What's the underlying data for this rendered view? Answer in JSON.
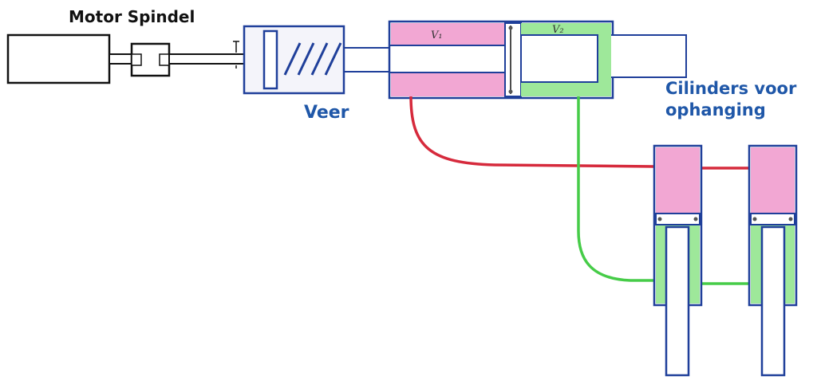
{
  "labels": {
    "motor_spindle": "Motor Spindel",
    "spring": "Veer",
    "suspension_cylinders": [
      "Cilinders voor",
      "ophanging"
    ],
    "chamber_v1": "V₁",
    "chamber_v2": "V₂"
  },
  "colors": {
    "outline_blue": "#1f3f9a",
    "label_blue": "#1f57a8",
    "chamber_pink": "#f2a7d3",
    "chamber_green": "#9ee89a",
    "line_red": "#d62a3c",
    "line_green": "#46cc48",
    "outline_black": "#111111"
  }
}
